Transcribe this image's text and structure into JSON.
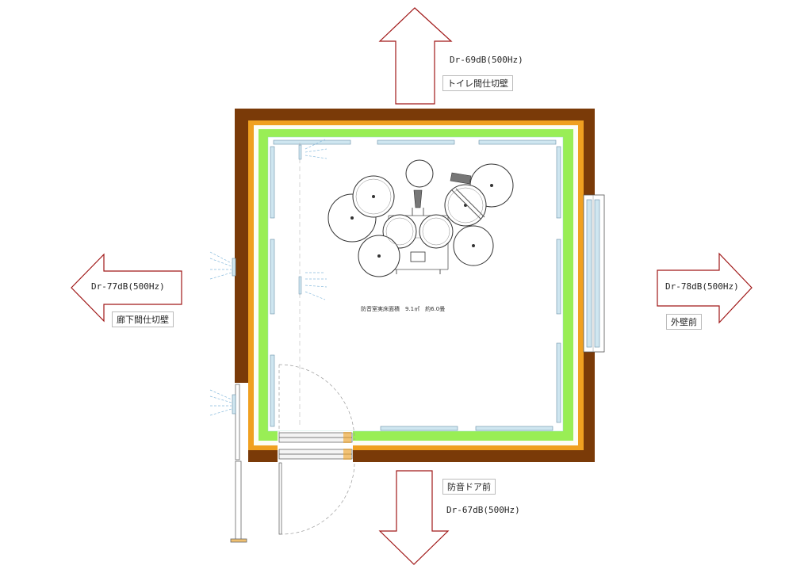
{
  "labels": {
    "north_db": "Dr-69dB(500Hz)",
    "north_wall": "トイレ間仕切壁",
    "west_db": "Dr-77dB(500Hz)",
    "west_wall": "廊下間仕切壁",
    "east_db": "Dr-78dB(500Hz)",
    "east_wall": "外壁前",
    "south_wall": "防音ドア前",
    "south_db": "Dr-67dB(500Hz)",
    "room_area": "防音室実床面積　9.1㎡　約6.0畳"
  },
  "colors": {
    "outer_wall": "#7a3a08",
    "orange_layer": "#f0a020",
    "green_layer": "#99ee55",
    "arrow_stroke": "#a01818",
    "panel": "#cfe6f0",
    "sound_ray": "#88bbdd"
  }
}
